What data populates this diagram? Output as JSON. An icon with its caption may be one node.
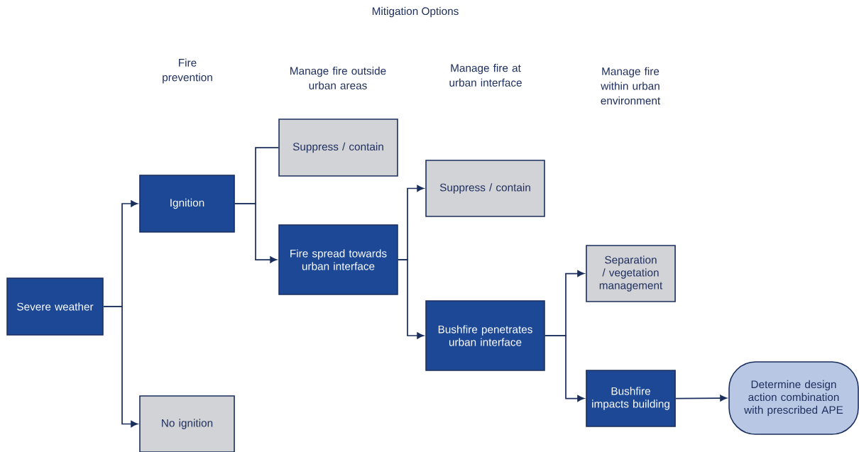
{
  "diagram": {
    "title": "Mitigation Options",
    "nodes": [
      {
        "text": [
          "Severe weather"
        ]
      },
      {
        "text": [
          "Ignition"
        ]
      },
      {
        "text": [
          "No ignition"
        ]
      },
      {
        "text": [
          "Suppress / contain"
        ]
      },
      {
        "text": [
          "Fire spread towards urban interface"
        ]
      },
      {
        "text": [
          "Suppress / contain"
        ]
      },
      {
        "text": [
          "Bushfire penetrates urban interface"
        ]
      },
      {
        "text": [
          "Separation / vegetation management"
        ]
      },
      {
        "text": [
          "Bushfire impacts building"
        ]
      },
      {
        "text": [
          "Determine design action combination with prescribed APE"
        ]
      }
    ],
    "edges": [
      {
        "from": 0,
        "to": 1,
        "arrow": "to"
      },
      {
        "from": 0,
        "to": 2,
        "arrow": "to"
      },
      {
        "from": 1,
        "to": 3,
        "arrow": "none"
      },
      {
        "from": 1,
        "to": 4,
        "arrow": "to"
      },
      {
        "from": 4,
        "to": 5,
        "arrow": "to"
      },
      {
        "from": 4,
        "to": 6,
        "arrow": "to"
      },
      {
        "from": 6,
        "to": 7,
        "arrow": "to"
      },
      {
        "from": 6,
        "to": 8,
        "arrow": "to"
      },
      {
        "from": 8,
        "to": 9,
        "arrow": "to"
      }
    ],
    "labels": [
      "Fire prevention",
      "Manage fire outside urban areas",
      "Manage fire at urban interface",
      "Manage fire within urban environment"
    ]
  }
}
